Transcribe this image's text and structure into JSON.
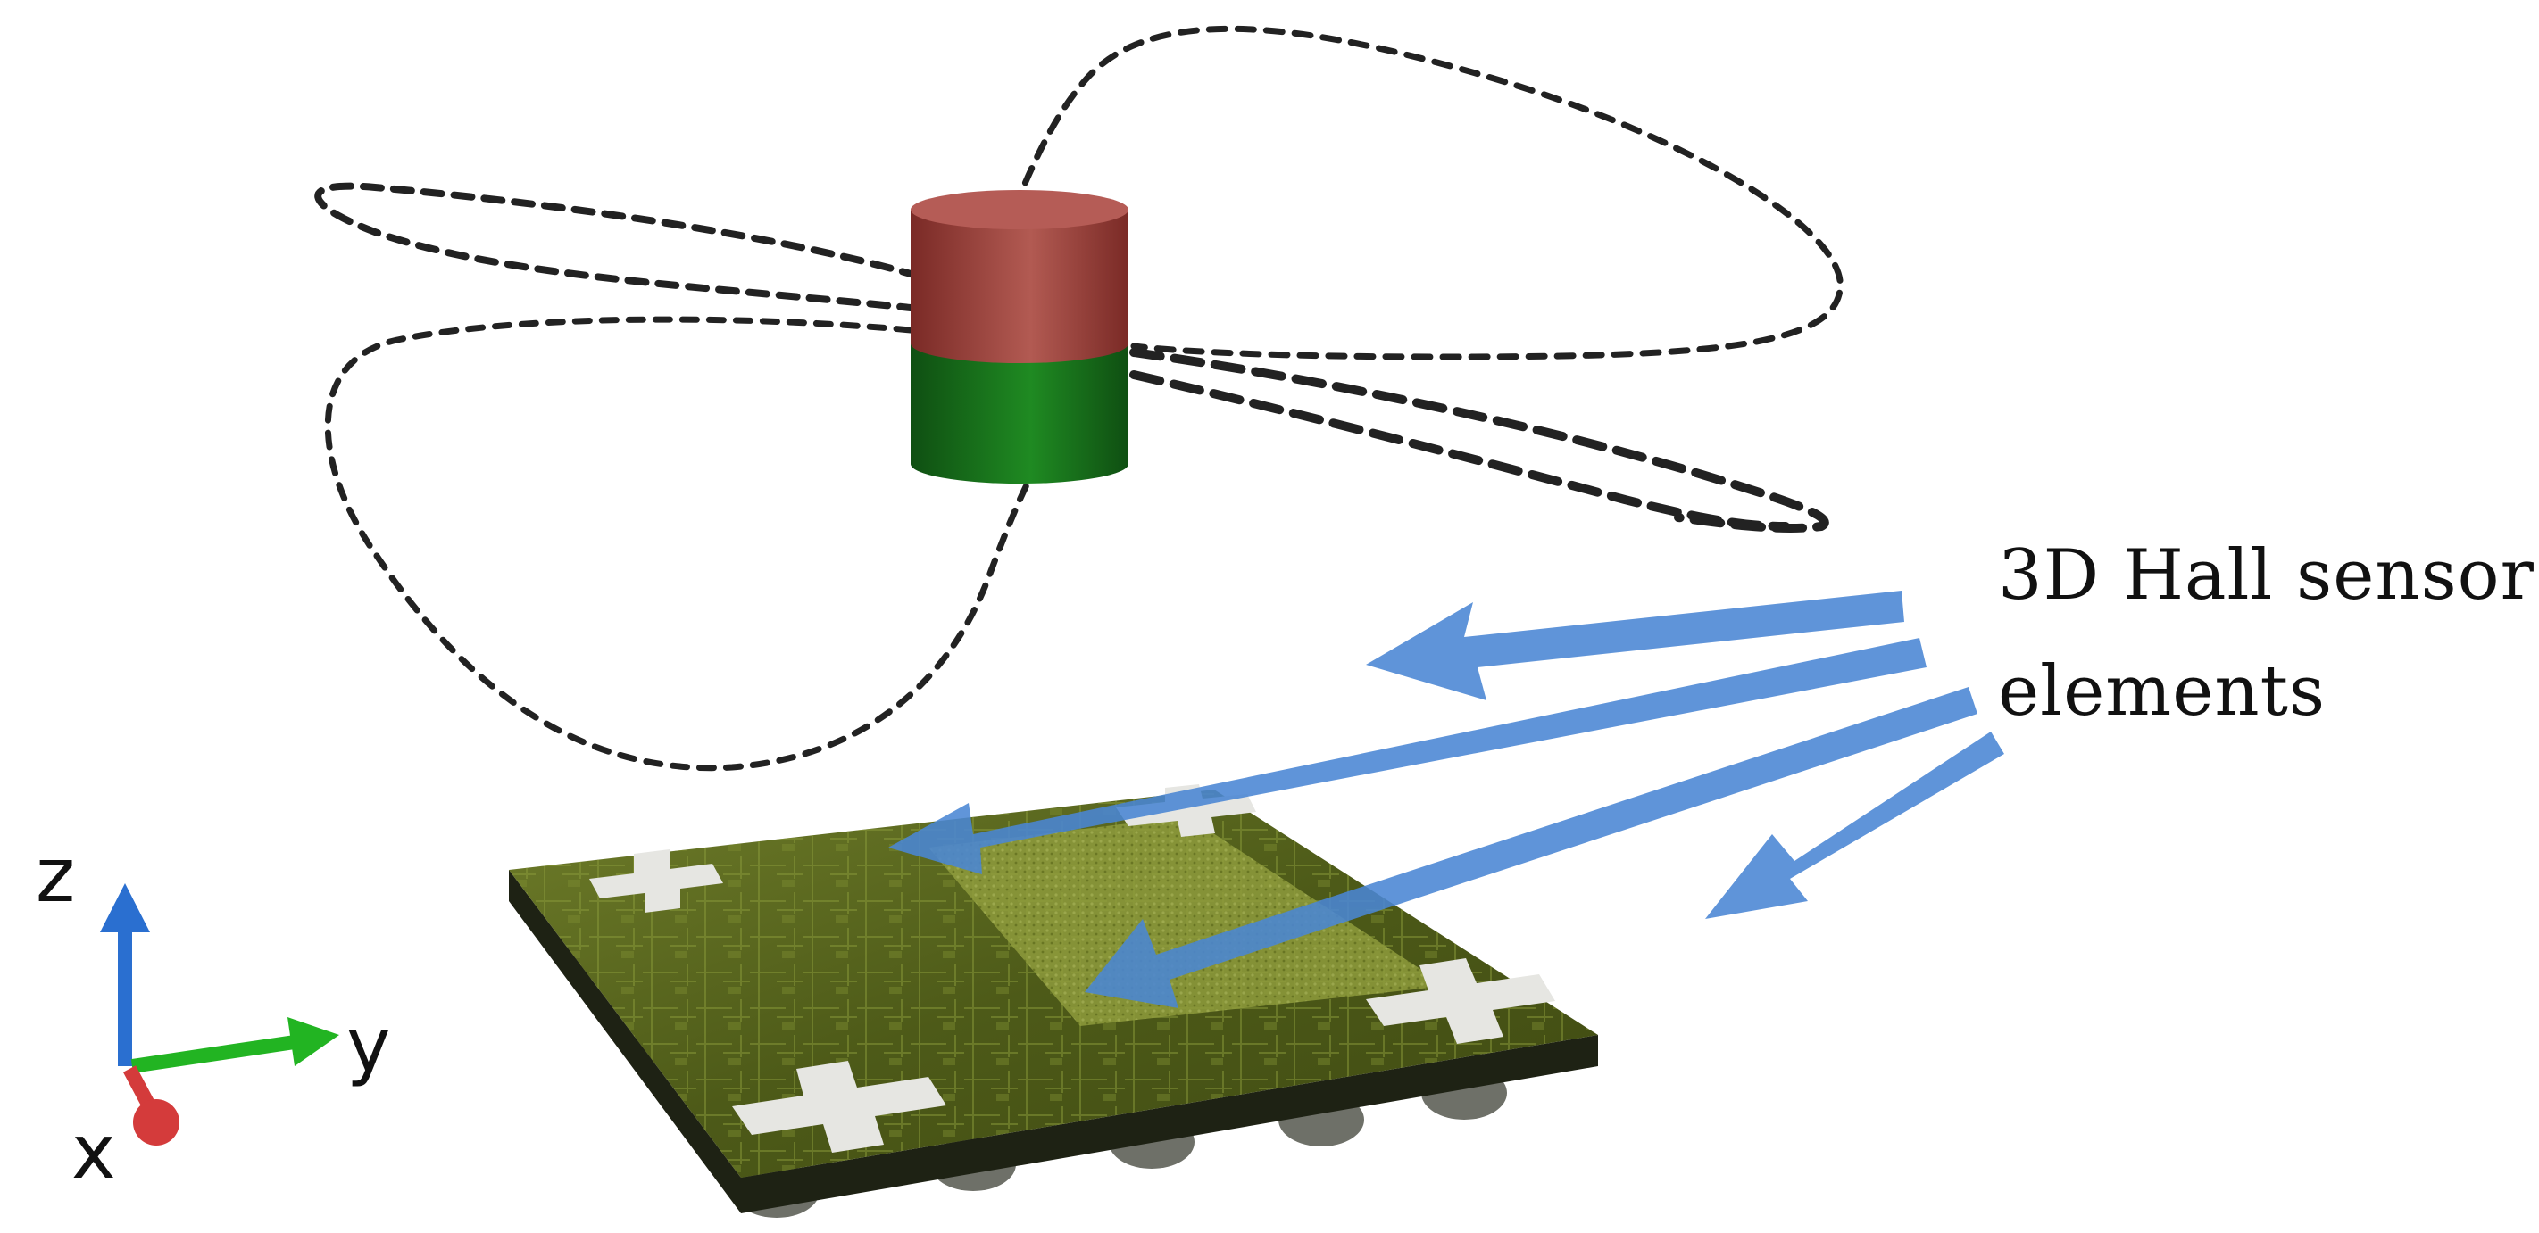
{
  "label": {
    "line1": "3D Hall sensor",
    "line2": "elements"
  },
  "axes": {
    "x": "x",
    "y": "y",
    "z": "z"
  },
  "colors": {
    "magnet_north": "#9b3a34",
    "magnet_south": "#1d7a1d",
    "arrow": "#4a86d4",
    "field_line": "#222222",
    "axis_x": "#d43b3b",
    "axis_y": "#22b422",
    "axis_z": "#2a6fd0",
    "chip": "#5c6a1e"
  }
}
